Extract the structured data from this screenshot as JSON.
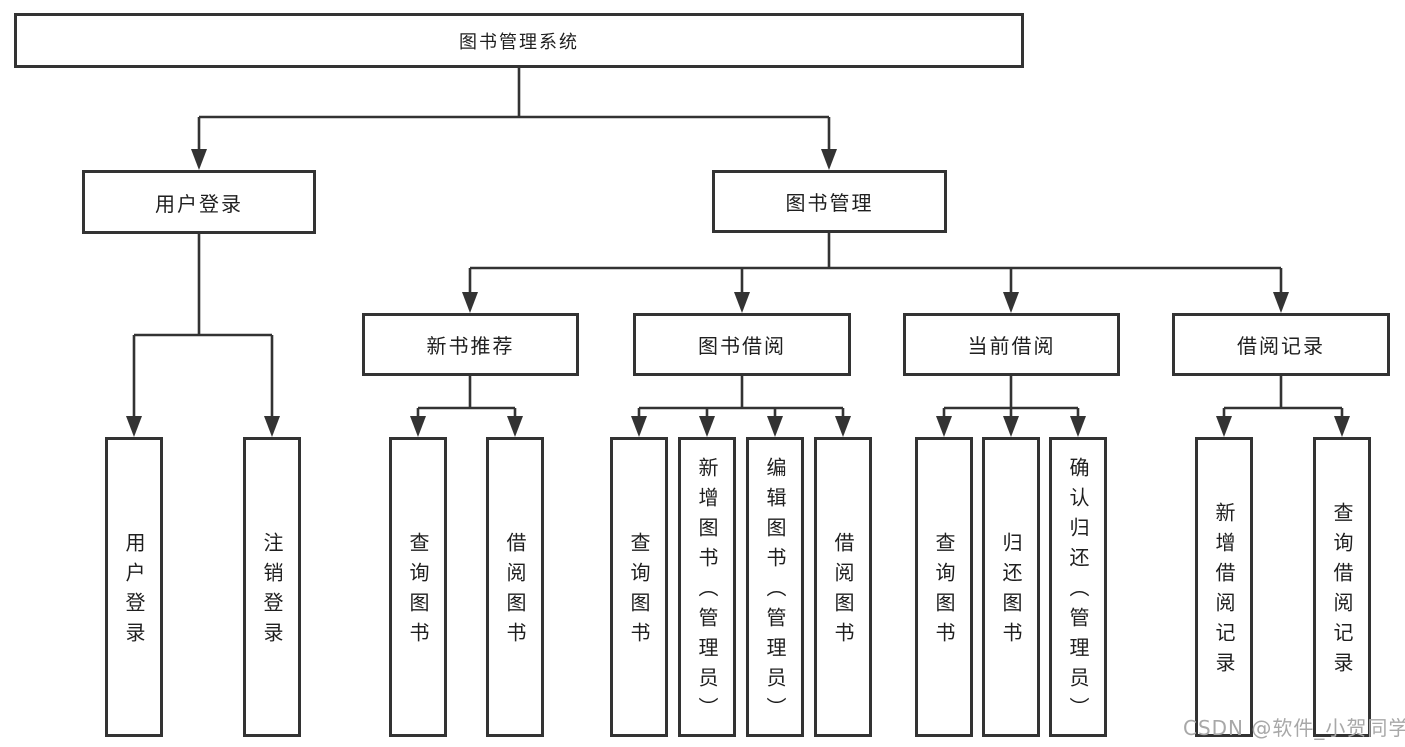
{
  "tree": {
    "root": {
      "label": "图书管理系统"
    },
    "branches": [
      {
        "label": "用户登录",
        "leaves": [
          {
            "label": "用户登录"
          },
          {
            "label": "注销登录"
          }
        ]
      },
      {
        "label": "图书管理",
        "groups": [
          {
            "label": "新书推荐",
            "leaves": [
              {
                "label": "查询图书"
              },
              {
                "label": "借阅图书"
              }
            ]
          },
          {
            "label": "图书借阅",
            "leaves": [
              {
                "label": "查询图书"
              },
              {
                "label": "新增图书（管理员）"
              },
              {
                "label": "编辑图书（管理员）"
              },
              {
                "label": "借阅图书"
              }
            ]
          },
          {
            "label": "当前借阅",
            "leaves": [
              {
                "label": "查询图书"
              },
              {
                "label": "归还图书"
              },
              {
                "label": "确认归还（管理员）"
              }
            ]
          },
          {
            "label": "借阅记录",
            "leaves": [
              {
                "label": "新增借阅记录"
              },
              {
                "label": "查询借阅记录"
              }
            ]
          }
        ]
      }
    ]
  },
  "watermark": {
    "text": "CSDN @软件_小贺同学"
  },
  "colors": {
    "line": "#333333",
    "box_border": "#333333",
    "text": "#1f1f1f",
    "watermark": "#a8a8a8",
    "background": "#ffffff"
  }
}
